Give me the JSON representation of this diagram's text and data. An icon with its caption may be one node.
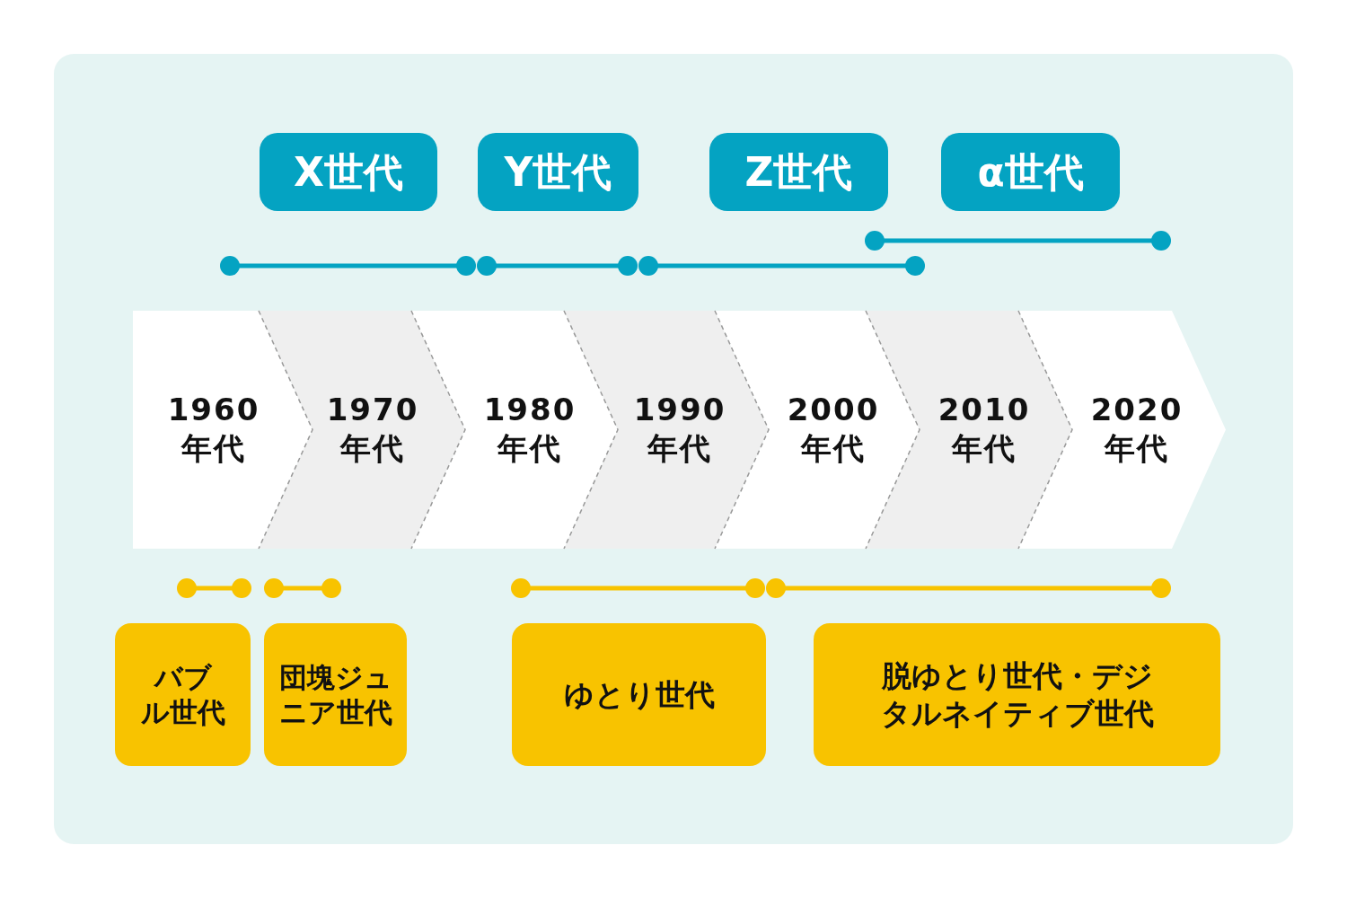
{
  "diagram": {
    "nodes": [
      {
        "text": [
          "X世代"
        ]
      },
      {
        "text": [
          "Y世代"
        ]
      },
      {
        "text": [
          "Z世代"
        ]
      },
      {
        "text": [
          "α世代"
        ]
      },
      {
        "text": [
          "1960年代"
        ]
      },
      {
        "text": [
          "1970年代"
        ]
      },
      {
        "text": [
          "1980年代"
        ]
      },
      {
        "text": [
          "1990年代"
        ]
      },
      {
        "text": [
          "2000年代"
        ]
      },
      {
        "text": [
          "2010年代"
        ]
      },
      {
        "text": [
          "2020年代"
        ]
      },
      {
        "text": [
          "バブル世代"
        ]
      },
      {
        "text": [
          "団塊ジュニア世代"
        ]
      },
      {
        "text": [
          "ゆとり世代"
        ]
      },
      {
        "text": [
          "脱ゆとり世代・デジタルネイティブ世代"
        ]
      }
    ],
    "edges": []
  }
}
